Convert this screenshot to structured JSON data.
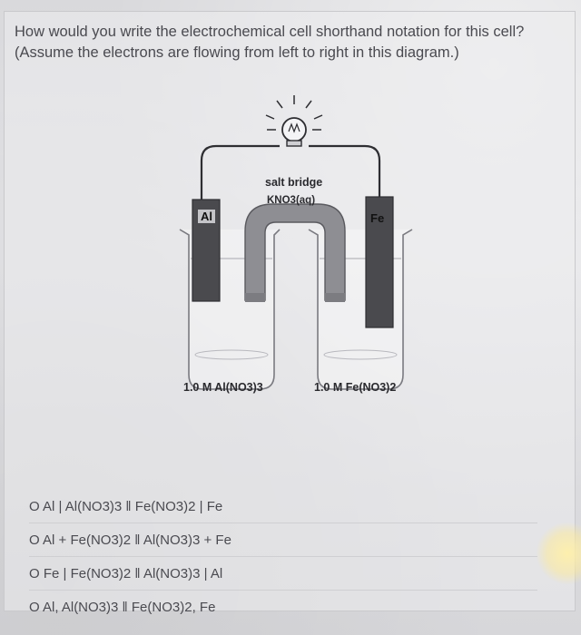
{
  "question": {
    "line1": "How would you write the electrochemical cell shorthand notation for this cell?",
    "line2": "(Assume the electrons are flowing from left to right in this diagram.)"
  },
  "diagram": {
    "bulb_symbol": "light-bulb-icon",
    "salt_bridge_label": "salt bridge",
    "salt_bridge_solution": "KNO3(aq)",
    "left_electrode": "Al",
    "right_electrode": "Fe",
    "left_solution": "1.0 M Al(NO3)3",
    "right_solution": "1.0 M Fe(NO3)2"
  },
  "options": [
    "O Al | Al(NO3)3 ‖ Fe(NO3)2 | Fe",
    "O Al + Fe(NO3)2 ‖ Al(NO3)3 + Fe",
    "O Fe | Fe(NO3)2 ‖ Al(NO3)3 | Al",
    "O Al, Al(NO3)3 ‖ Fe(NO3)2, Fe"
  ],
  "colors": {
    "text": "#4a4a50",
    "electrode": "#4a4a4e",
    "salt_bridge": "#8e8e93",
    "background": "#e2e2e5"
  }
}
